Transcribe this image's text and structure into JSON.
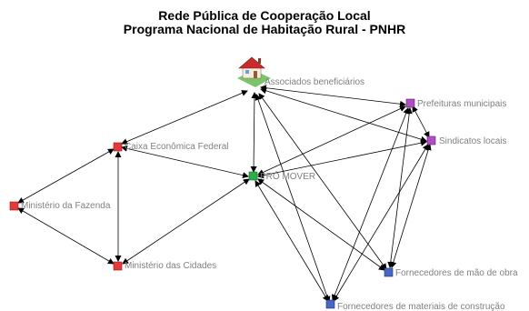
{
  "title": {
    "line1": "Rede Pública de Cooperação Local",
    "line2": "Programa Nacional de Habitação Rural - PNHR"
  },
  "colors": {
    "red": "#e8393a",
    "green": "#2ab04a",
    "purple": "#b04fc4",
    "blue": "#4a66c4",
    "label": "#808080"
  },
  "nodes": {
    "associados": {
      "label": "Associados beneficiários",
      "icon": "house-icon"
    },
    "prefeituras": {
      "label": "Prefeituras municipais"
    },
    "sindicatos": {
      "label": "Sindicatos locais"
    },
    "caixa": {
      "label": "Caixa Econômica Federal"
    },
    "promover": {
      "label": "PRÓ MOVER"
    },
    "fazenda": {
      "label": "Ministério da Fazenda"
    },
    "cidades": {
      "label": "Ministério das Cidades"
    },
    "fornecedores_obra": {
      "label": "Fornecedores de mão de obra"
    },
    "fornecedores_materiais": {
      "label": "Fornecedores de materiais de construção"
    }
  }
}
